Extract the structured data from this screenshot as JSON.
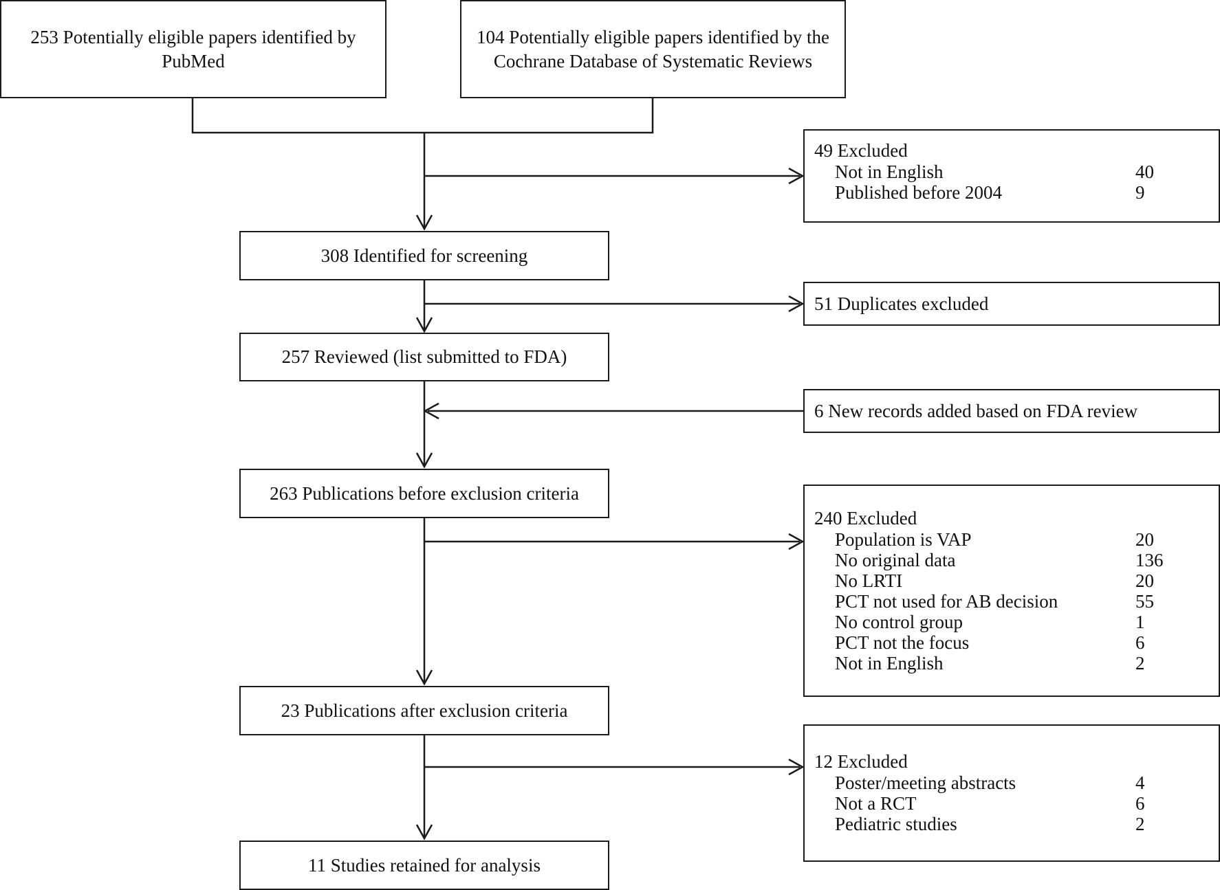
{
  "sources": {
    "pubmed": "253 Potentially eligible papers identified by PubMed",
    "cochrane": "104 Potentially eligible papers identified by the Cochrane Database of Systematic Reviews"
  },
  "main": {
    "screening": "308 Identified for screening",
    "reviewed": "257 Reviewed (list submitted to FDA)",
    "before_exclusion": "263 Publications before exclusion criteria",
    "after_exclusion": "23 Publications after exclusion criteria",
    "retained": "11 Studies retained for analysis"
  },
  "side": {
    "excluded_language": {
      "title": "49 Excluded",
      "rows": [
        {
          "label": "Not in English",
          "count": "40"
        },
        {
          "label": "Published before 2004",
          "count": "9"
        }
      ]
    },
    "duplicates": "51 Duplicates excluded",
    "new_records": "6 New records added based on FDA review",
    "excluded_criteria": {
      "title": "240 Excluded",
      "rows": [
        {
          "label": "Population is VAP",
          "count": "20"
        },
        {
          "label": "No original data",
          "count": "136"
        },
        {
          "label": "No LRTI",
          "count": "20"
        },
        {
          "label": "PCT not used for AB decision",
          "count": "55"
        },
        {
          "label": "No control group",
          "count": "1"
        },
        {
          "label": "PCT not the focus",
          "count": "6"
        },
        {
          "label": "Not in English",
          "count": "2"
        }
      ]
    },
    "excluded_final": {
      "title": "12 Excluded",
      "rows": [
        {
          "label": "Poster/meeting abstracts",
          "count": "4"
        },
        {
          "label": "Not a RCT",
          "count": "6"
        },
        {
          "label": "Pediatric studies",
          "count": "2"
        }
      ]
    }
  }
}
